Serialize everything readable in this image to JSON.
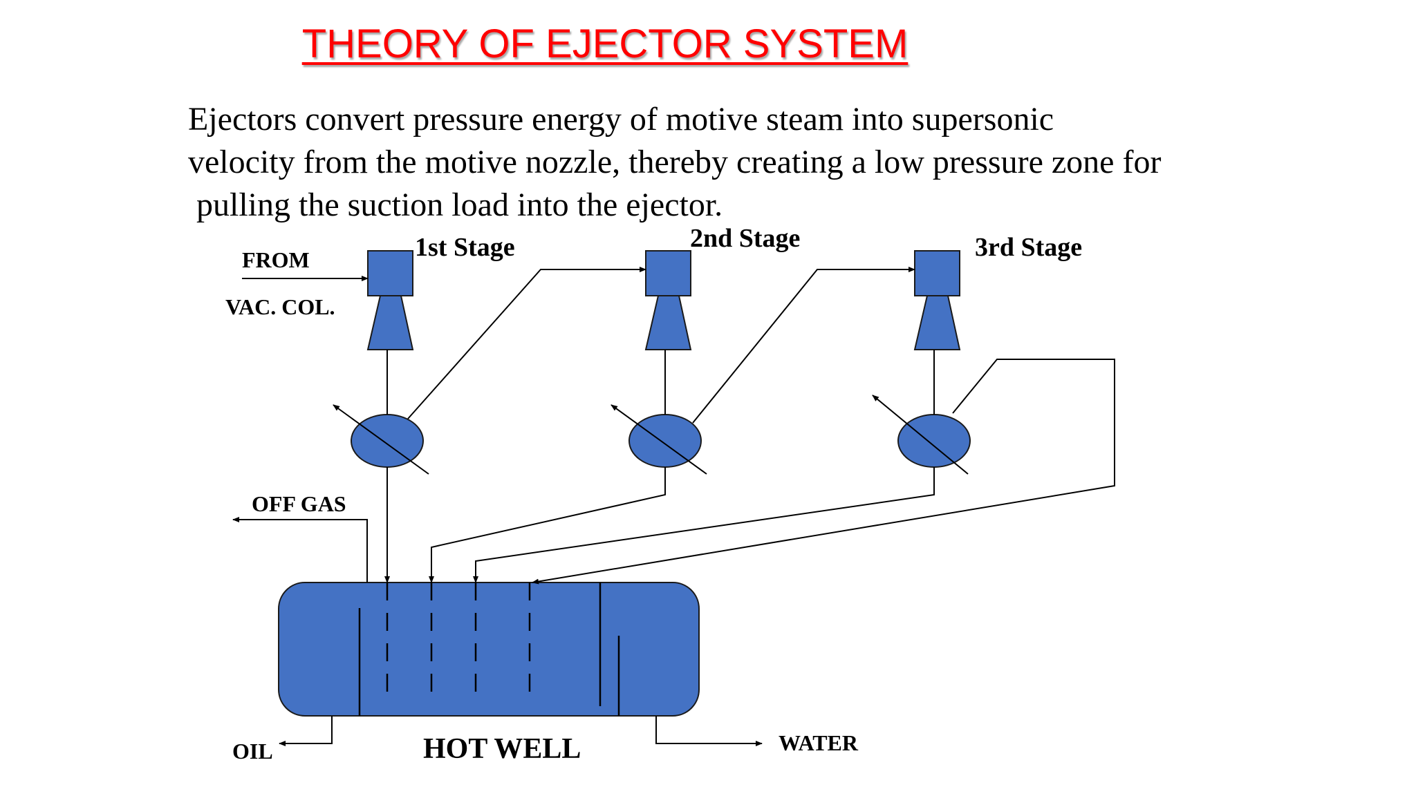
{
  "title": "THEORY OF EJECTOR SYSTEM",
  "description": [
    "Ejectors convert pressure energy of motive steam into supersonic",
    "velocity from the motive nozzle, thereby creating a low pressure zone for",
    " pulling the suction load into the ejector."
  ],
  "stages": [
    "1st Stage",
    "2nd Stage",
    "3rd Stage"
  ],
  "labels": {
    "from": "FROM",
    "vac_col": "VAC. COL.",
    "off_gas": "OFF GAS",
    "oil": "OIL",
    "hot_well": "HOT WELL",
    "water": "WATER"
  },
  "colors": {
    "equipment_fill": "#4472c4",
    "title": "#ff0000",
    "line": "#000000"
  }
}
